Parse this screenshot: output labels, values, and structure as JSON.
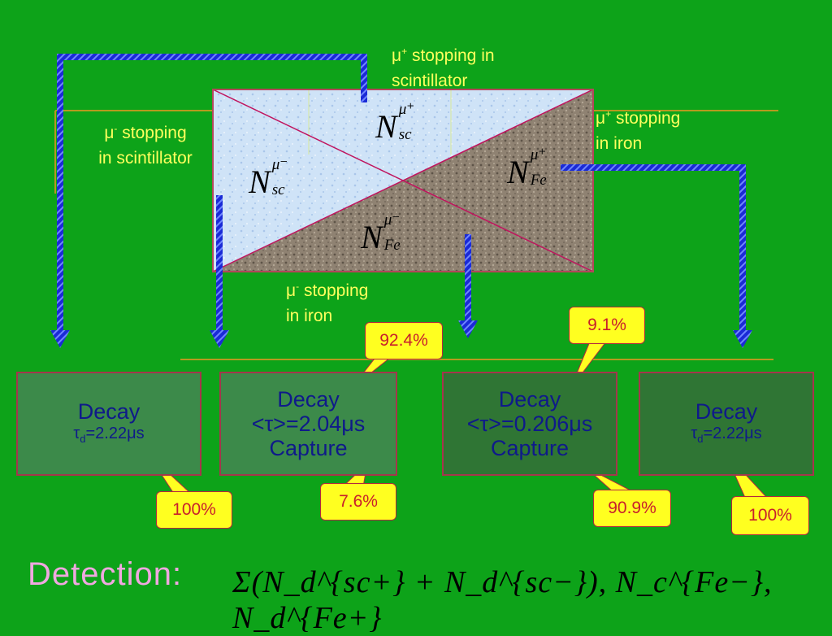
{
  "labels": {
    "mu_plus_scint": {
      "top": "stopping in",
      "bottom": "scintillator",
      "particle": "μ",
      "charge": "+"
    },
    "mu_minus_scint": {
      "top": "stopping",
      "bottom": "in scintillator",
      "particle": "μ",
      "charge": "-"
    },
    "mu_plus_iron": {
      "top": "stopping",
      "bottom": "in iron",
      "particle": "μ",
      "charge": "+"
    },
    "mu_minus_iron": {
      "top": " stopping",
      "bottom": "in iron",
      "particle": "μ",
      "charge": "-"
    }
  },
  "region_labels": {
    "n_sc_plus": {
      "main": "N",
      "sub": "sc",
      "sup": "μ⁺"
    },
    "n_sc_minus": {
      "main": "N",
      "sub": "sc",
      "sup": "μ⁻"
    },
    "n_fe_plus": {
      "main": "N",
      "sub": "Fe",
      "sup": "μ⁺"
    },
    "n_fe_minus": {
      "main": "N",
      "sub": "Fe",
      "sup": "μ⁻"
    }
  },
  "boxes": [
    {
      "line1": "Decay",
      "line2_prefix": "τ",
      "line2_sub": "d",
      "line2_rest": "=2.22μs",
      "line3": ""
    },
    {
      "line1": "Decay",
      "line2_prefix": "<τ>=2.04μs",
      "line2_sub": "",
      "line2_rest": "",
      "line3": "Capture"
    },
    {
      "line1": "Decay",
      "line2_prefix": "<τ>=0.206μs",
      "line2_sub": "",
      "line2_rest": "",
      "line3": "Capture"
    },
    {
      "line1": "Decay",
      "line2_prefix": "τ",
      "line2_sub": "d",
      "line2_rest": "=2.22μs",
      "line3": ""
    }
  ],
  "callouts": [
    "100%",
    "92.4%",
    "7.6%",
    "9.1%",
    "90.9%",
    "100%"
  ],
  "detection": {
    "label": "Detection:",
    "formula": "Σ(N_d^{sc+} + N_d^{sc−}),  N_c^{Fe−},  N_d^{Fe+}"
  },
  "colors": {
    "background": "#0da319",
    "label_text": "#ffff5e",
    "box_text": "#0f1a8a",
    "box_border": "#a4364c",
    "callout_fill": "#ffff20",
    "callout_text": "#c81f2c",
    "arrow": "#2431d8",
    "detection_text": "#f0a8e0"
  }
}
